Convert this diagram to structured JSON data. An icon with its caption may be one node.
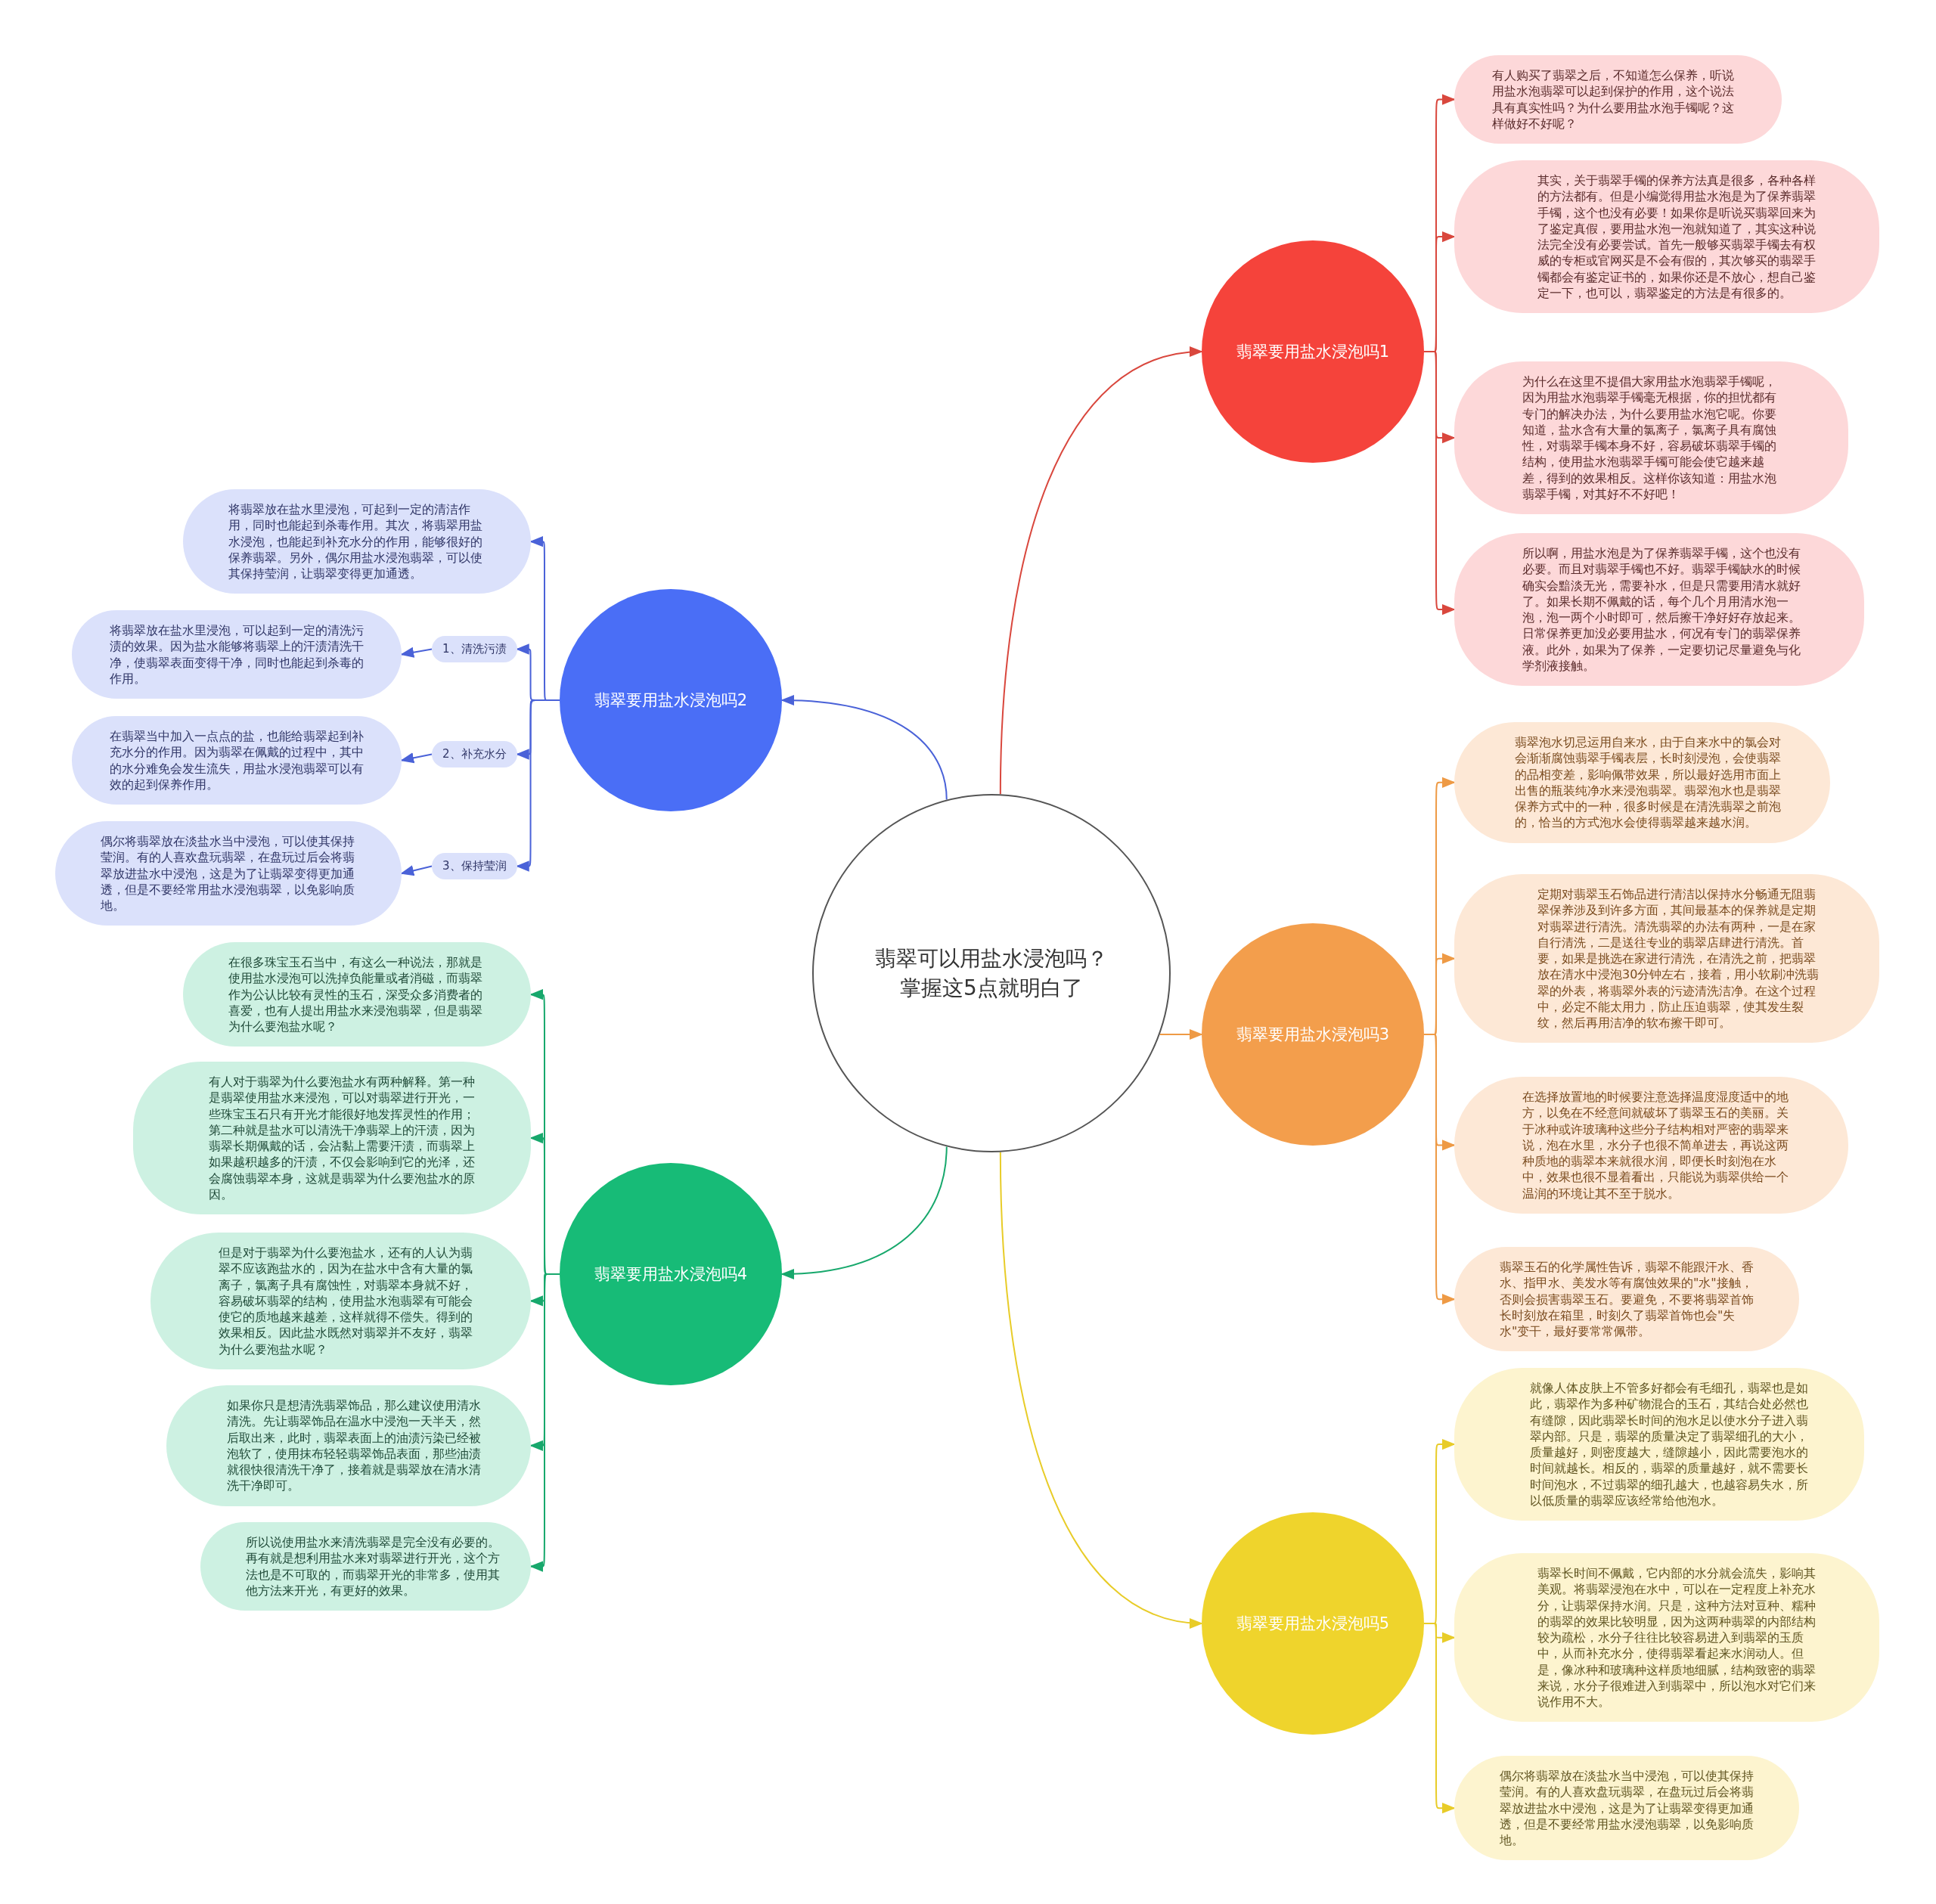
{
  "diagram": {
    "nodes": [
      {
        "text": [
          "翡翠可以用盐水浸泡吗？掌握这5点就明白了"
        ]
      },
      {
        "text": [
          "翡翠要用盐水浸泡吗1"
        ]
      },
      {
        "text": [
          "有人购买了翡翠之后，不知道怎么保养，听说用盐水泡翡翠可以起到保护的作用，这个说法具有真实性吗？为什么要用盐水泡手镯呢？这样做好不好呢？"
        ]
      },
      {
        "text": [
          "其实，关于翡翠手镯的保养方法真是很多，各种各样的方法都有。但是小编觉得用盐水泡是为了保养翡翠手镯，这个也没有必要！如果你是听说买翡翠回来为了鉴定真假，要用盐水泡一泡就知道了，其实这种说法完全没有必要尝试。首先一般够买翡翠手镯去有权威的专柜或官网买是不会有假的，其次够买的翡翠手镯都会有鉴定证书的，如果你还是不放心，想自己鉴定一下，也可以，翡翠鉴定的方法是有很多的。"
        ]
      },
      {
        "text": [
          "为什么在这里不提倡大家用盐水泡翡翠手镯呢，因为用盐水泡翡翠手镯毫无根据，你的担忧都有专门的解决办法，为什么要用盐水泡它呢。你要知道，盐水含有大量的氯离子，氯离子具有腐蚀性，对翡翠手镯本身不好，容易破坏翡翠手镯的结构，使用盐水泡翡翠手镯可能会使它越来越差，得到的效果相反。这样你该知道：用盐水泡翡翠手镯，对其好不不好吧！"
        ]
      },
      {
        "text": [
          "所以啊，用盐水泡是为了保养翡翠手镯，这个也没有必要。而且对翡翠手镯也不好。翡翠手镯缺水的时候确实会黯淡无光，需要补水，但是只需要用清水就好了。如果长期不佩戴的话，每个几个月用清水泡一泡，泡一两个小时即可，然后擦干净好好存放起来。日常保养更加没必要用盐水，何况有专门的翡翠保养液。此外，如果为了保养，一定要切记尽量避免与化学剂液接触。"
        ]
      },
      {
        "text": [
          "翡翠要用盐水浸泡吗2"
        ]
      },
      {
        "text": [
          "将翡翠放在盐水里浸泡，可起到一定的清洁作用，同时也能起到杀毒作用。其次，将翡翠用盐水浸泡，也能起到补充水分的作用，能够很好的保养翡翠。另外，偶尔用盐水浸泡翡翠，可以使其保持莹润，让翡翠变得更加通透。"
        ]
      },
      {
        "text": [
          "1、清洗污渍"
        ]
      },
      {
        "text": [
          "将翡翠放在盐水里浸泡，可以起到一定的清洗污渍的效果。因为盐水能够将翡翠上的汗渍清洗干净，使翡翠表面变得干净，同时也能起到杀毒的作用。"
        ]
      },
      {
        "text": [
          "2、补充水分"
        ]
      },
      {
        "text": [
          "在翡翠当中加入一点点的盐，也能给翡翠起到补充水分的作用。因为翡翠在佩戴的过程中，其中的水分难免会发生流失，用盐水浸泡翡翠可以有效的起到保养作用。"
        ]
      },
      {
        "text": [
          "3、保持莹润"
        ]
      },
      {
        "text": [
          "偶尔将翡翠放在淡盐水当中浸泡，可以使其保持莹润。有的人喜欢盘玩翡翠，在盘玩过后会将翡翠放进盐水中浸泡，这是为了让翡翠变得更加通透，但是不要经常用盐水浸泡翡翠，以免影响质地。"
        ]
      },
      {
        "text": [
          "翡翠要用盐水浸泡吗3"
        ]
      },
      {
        "text": [
          "翡翠泡水切忌运用自来水，由于自来水中的氯会对会渐渐腐蚀翡翠手镯表层，长时刻浸泡，会使翡翠的品相变差，影响佩带效果，所以最好选用市面上出售的瓶装纯净水来浸泡翡翠。翡翠泡水也是翡翠保养方式中的一种，很多时候是在清洗翡翠之前泡的，恰当的方式泡水会使得翡翠越来越水润。"
        ]
      },
      {
        "text": [
          "定期对翡翠玉石饰品进行清洁以保持水分畅通无阻翡翠保养涉及到许多方面，其间最基本的保养就是定期对翡翠进行清洗。清洗翡翠的办法有两种，一是在家自行清洗，二是送往专业的翡翠店肆进行清洗。首要，如果是挑选在家进行清洗，在清洗之前，把翡翠放在清水中浸泡30分钟左右，接着，用小软刷冲洗翡翠的外表，将翡翠外表的污迹清洗洁净。在这个过程中，必定不能太用力，防止压迫翡翠，使其发生裂纹，然后再用洁净的软布擦干即可。"
        ]
      },
      {
        "text": [
          "在选择放置地的时候要注意选择温度湿度适中的地方，以免在不经意间就破坏了翡翠玉石的美丽。关于冰种或许玻璃种这些分子结构相对严密的翡翠来说，泡在水里，水分子也很不简单进去，再说这两种质地的翡翠本来就很水润，即便长时刻泡在水中，效果也很不显着看出，只能说为翡翠供给一个温润的环境让其不至于脱水。"
        ]
      },
      {
        "text": [
          "翡翠玉石的化学属性告诉，翡翠不能跟汗水、香水、指甲水、美发水等有腐蚀效果的\"水\"接触，否则会损害翡翠玉石。要避免，不要将翡翠首饰长时刻放在箱里，时刻久了翡翠首饰也会\"失水\"变干，最好要常常佩带。"
        ]
      },
      {
        "text": [
          "翡翠要用盐水浸泡吗4"
        ]
      },
      {
        "text": [
          "在很多珠宝玉石当中，有这么一种说法，那就是使用盐水浸泡可以洗掉负能量或者消磁，而翡翠作为公认比较有灵性的玉石，深受众多消费者的喜爱，也有人提出用盐水来浸泡翡翠，但是翡翠为什么要泡盐水呢？"
        ]
      },
      {
        "text": [
          "有人对于翡翠为什么要泡盐水有两种解释。第一种是翡翠使用盐水来浸泡，可以对翡翠进行开光，一些珠宝玉石只有开光才能很好地发挥灵性的作用；第二种就是盐水可以清洗干净翡翠上的汗渍，因为翡翠长期佩戴的话，会沾黏上需要汗渍，而翡翠上如果越积越多的汗渍，不仅会影响到它的光泽，还会腐蚀翡翠本身，这就是翡翠为什么要泡盐水的原因。"
        ]
      },
      {
        "text": [
          "但是对于翡翠为什么要泡盐水，还有的人认为翡翠不应该跑盐水的，因为在盐水中含有大量的氯离子，氯离子具有腐蚀性，对翡翠本身就不好，容易破坏翡翠的结构，使用盐水泡翡翠有可能会使它的质地越来越差，这样就得不偿失。得到的效果相反。因此盐水既然对翡翠并不友好，翡翠为什么要泡盐水呢？"
        ]
      },
      {
        "text": [
          "如果你只是想清洗翡翠饰品，那么建议使用清水清洗。先让翡翠饰品在温水中浸泡一天半天，然后取出来，此时，翡翠表面上的油渍污染已经被泡软了，使用抹布轻轻翡翠饰品表面，那些油渍就很快很清洗干净了，接着就是翡翠放在清水清洗干净即可。"
        ]
      },
      {
        "text": [
          "所以说使用盐水来清洗翡翠是完全没有必要的。再有就是想利用盐水来对翡翠进行开光，这个方法也是不可取的，而翡翠开光的非常多，使用其他方法来开光，有更好的效果。"
        ]
      },
      {
        "text": [
          "翡翠要用盐水浸泡吗5"
        ]
      },
      {
        "text": [
          "就像人体皮肤上不管多好都会有毛细孔，翡翠也是如此，翡翠作为多种矿物混合的玉石，其结合处必然也有缝隙，因此翡翠长时间的泡水足以使水分子进入翡翠内部。只是，翡翠的质量决定了翡翠细孔的大小，质量越好，则密度越大，缝隙越小，因此需要泡水的时间就越长。相反的，翡翠的质量越好，就不需要长时间泡水，不过翡翠的细孔越大，也越容易失水，所以低质量的翡翠应该经常给他泡水。"
        ]
      },
      {
        "text": [
          "翡翠长时间不佩戴，它内部的水分就会流失，影响其美观。将翡翠浸泡在水中，可以在一定程度上补充水分，让翡翠保持水润。只是，这种方法对豆种、糯种的翡翠的效果比较明显，因为这两种翡翠的内部结构较为疏松，水分子往往比较容易进入到翡翠的玉质中，从而补充水分，使得翡翠看起来水润动人。但是，像冰种和玻璃种这样质地细腻，结构致密的翡翠来说，水分子很难进入到翡翠中，所以泡水对它们来说作用不大。"
        ]
      },
      {
        "text": [
          "偶尔将翡翠放在淡盐水当中浸泡，可以使其保持莹润。有的人喜欢盘玩翡翠，在盘玩过后会将翡翠放进盐水中浸泡，这是为了让翡翠变得更加通透，但是不要经常用盐水浸泡翡翠，以免影响质地。"
        ]
      }
    ],
    "edges": [
      {
        "from": 0,
        "to": 1,
        "arrow": "to",
        "color": "#d9473d"
      },
      {
        "from": 1,
        "to": 2,
        "arrow": "to",
        "color": "#d9473d"
      },
      {
        "from": 1,
        "to": 3,
        "arrow": "to",
        "color": "#d9473d"
      },
      {
        "from": 1,
        "to": 4,
        "arrow": "to",
        "color": "#d9473d"
      },
      {
        "from": 1,
        "to": 5,
        "arrow": "to",
        "color": "#d9473d"
      },
      {
        "from": 0,
        "to": 6,
        "arrow": "to",
        "color": "#4a62d8"
      },
      {
        "from": 6,
        "to": 7,
        "arrow": "to",
        "color": "#4a62d8"
      },
      {
        "from": 6,
        "to": 8,
        "arrow": "to",
        "color": "#4a62d8"
      },
      {
        "from": 8,
        "to": 9,
        "arrow": "to",
        "color": "#4a62d8"
      },
      {
        "from": 6,
        "to": 10,
        "arrow": "to",
        "color": "#4a62d8"
      },
      {
        "from": 10,
        "to": 11,
        "arrow": "to",
        "color": "#4a62d8"
      },
      {
        "from": 6,
        "to": 12,
        "arrow": "to",
        "color": "#4a62d8"
      },
      {
        "from": 12,
        "to": 13,
        "arrow": "to",
        "color": "#4a62d8"
      },
      {
        "from": 0,
        "to": 14,
        "arrow": "to",
        "color": "#ee9a45"
      },
      {
        "from": 14,
        "to": 15,
        "arrow": "to",
        "color": "#ee9a45"
      },
      {
        "from": 14,
        "to": 16,
        "arrow": "to",
        "color": "#ee9a45"
      },
      {
        "from": 14,
        "to": 17,
        "arrow": "to",
        "color": "#ee9a45"
      },
      {
        "from": 14,
        "to": 18,
        "arrow": "to",
        "color": "#ee9a45"
      },
      {
        "from": 0,
        "to": 19,
        "arrow": "to",
        "color": "#17a86c"
      },
      {
        "from": 19,
        "to": 20,
        "arrow": "to",
        "color": "#17a86c"
      },
      {
        "from": 19,
        "to": 21,
        "arrow": "to",
        "color": "#17a86c"
      },
      {
        "from": 19,
        "to": 22,
        "arrow": "to",
        "color": "#17a86c"
      },
      {
        "from": 19,
        "to": 23,
        "arrow": "to",
        "color": "#17a86c"
      },
      {
        "from": 19,
        "to": 24,
        "arrow": "to",
        "color": "#17a86c"
      },
      {
        "from": 0,
        "to": 25,
        "arrow": "to",
        "color": "#e8cc28"
      },
      {
        "from": 25,
        "to": 26,
        "arrow": "to",
        "color": "#e8cc28"
      },
      {
        "from": 25,
        "to": 27,
        "arrow": "to",
        "color": "#e8cc28"
      },
      {
        "from": 25,
        "to": 28,
        "arrow": "to",
        "color": "#e8cc28"
      }
    ]
  }
}
